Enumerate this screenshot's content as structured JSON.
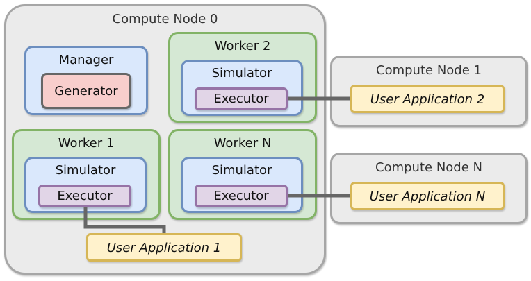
{
  "nodes": {
    "node0": {
      "label": "Compute Node 0"
    },
    "node1": {
      "label": "Compute Node 1"
    },
    "nodeN": {
      "label": "Compute Node N"
    }
  },
  "manager": {
    "label": "Manager",
    "generator": "Generator"
  },
  "workers": [
    {
      "label": "Worker 2",
      "simulator": "Simulator",
      "executor": "Executor"
    },
    {
      "label": "Worker 1",
      "simulator": "Simulator",
      "executor": "Executor"
    },
    {
      "label": "Worker N",
      "simulator": "Simulator",
      "executor": "Executor"
    }
  ],
  "apps": {
    "app1": "User Application 1",
    "app2": "User Application 2",
    "appN": "User Application N"
  },
  "colors": {
    "node_fill": "#ebebeb",
    "worker_fill": "#d5e8d4",
    "simulator_fill": "#dae8fc",
    "executor_fill": "#e1d5e7",
    "generator_fill": "#f8cecc",
    "app_fill": "#fff2cc",
    "link": "#666666"
  }
}
